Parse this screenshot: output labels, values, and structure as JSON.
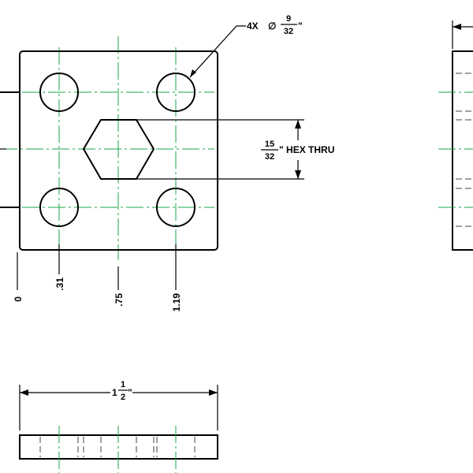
{
  "callouts": {
    "holes": {
      "prefix": "4X",
      "diameter_symbol": "∅",
      "num": "9",
      "den": "32",
      "unit": "\""
    },
    "hex": {
      "num": "15",
      "den": "32",
      "suffix": "\" HEX THRU"
    },
    "length": {
      "whole": "1",
      "num": "1",
      "den": "2",
      "unit": "\""
    }
  },
  "ordinates": [
    {
      "label": "0"
    },
    {
      "label": ".31"
    },
    {
      "label": ".75"
    },
    {
      "label": "1.19"
    }
  ],
  "colors": {
    "object": "#000000",
    "centerline": "#1aa64a",
    "hidden": "#444444"
  }
}
